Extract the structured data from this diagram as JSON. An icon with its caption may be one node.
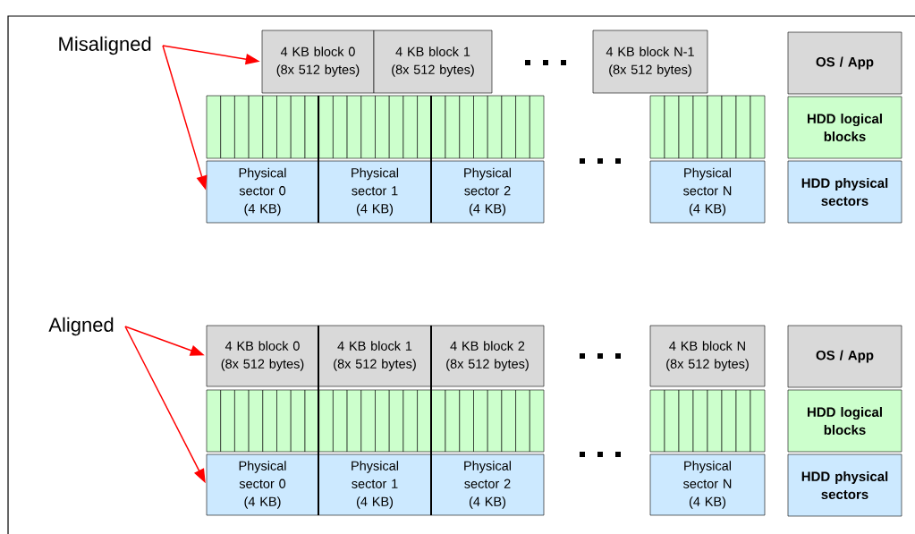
{
  "diagram": {
    "nodes": [
      {
        "text": [
          "Misaligned"
        ]
      },
      {
        "text": [
          "4 KB block 0 (8x 512 bytes)"
        ]
      },
      {
        "text": [
          "4 KB block 1 (8x 512 bytes)"
        ]
      },
      {
        "text": [
          "4 KB block N-1 (8x 512 bytes)"
        ]
      },
      {
        "text": [
          "OS / App"
        ]
      },
      {
        "text": [
          "HDD logical blocks"
        ]
      },
      {
        "text": [
          "Physical sector 0 (4 KB)"
        ]
      },
      {
        "text": [
          "Physical sector 1 (4 KB)"
        ]
      },
      {
        "text": [
          "Physical sector 2 (4 KB)"
        ]
      },
      {
        "text": [
          "Physical sector N (4 KB)"
        ]
      },
      {
        "text": [
          "HDD physical sectors"
        ]
      },
      {
        "text": [
          "Aligned"
        ]
      },
      {
        "text": [
          "4 KB block 0 (8x 512 bytes)"
        ]
      },
      {
        "text": [
          "4 KB block 1 (8x 512 bytes)"
        ]
      },
      {
        "text": [
          "4 KB block 2 (8x 512 bytes)"
        ]
      },
      {
        "text": [
          "4 KB block N (8x 512 bytes)"
        ]
      },
      {
        "text": [
          "OS / App"
        ]
      },
      {
        "text": [
          "HDD logical blocks"
        ]
      },
      {
        "text": [
          "Physical sector 0 (4 KB)"
        ]
      },
      {
        "text": [
          "Physical sector 1 (4 KB)"
        ]
      },
      {
        "text": [
          "Physical sector 2 (4 KB)"
        ]
      },
      {
        "text": [
          "Physical sector N (4 KB)"
        ]
      },
      {
        "text": [
          "HDD physical sectors"
        ]
      }
    ],
    "edges": [
      {
        "from": 0,
        "to": 1,
        "arrow": "to"
      },
      {
        "from": 0,
        "to": 6,
        "arrow": "to"
      },
      {
        "from": 11,
        "to": 12,
        "arrow": "to"
      },
      {
        "from": 11,
        "to": 18,
        "arrow": "to"
      }
    ]
  }
}
